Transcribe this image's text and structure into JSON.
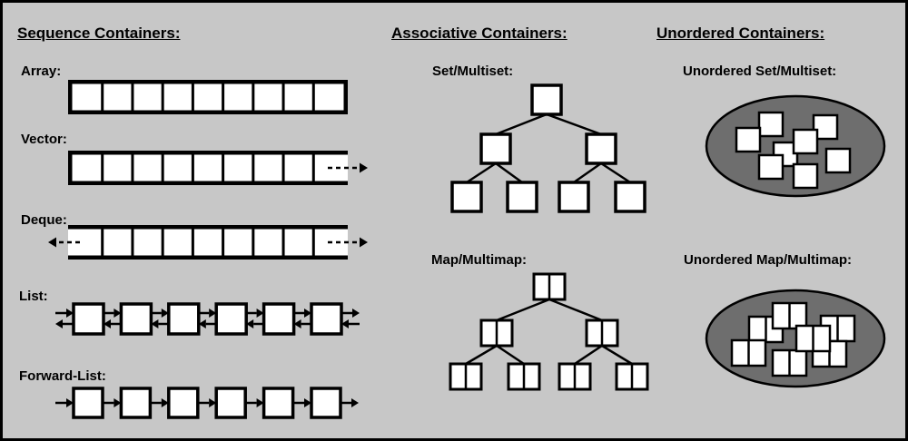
{
  "canvas": {
    "background": "#c7c7c7",
    "border_color": "#000000"
  },
  "colors": {
    "box_fill": "#ffffff",
    "line": "#000000",
    "bucket_fill": "#6e6e6e",
    "background": "#c7c7c7"
  },
  "sections": {
    "sequence": {
      "header": "Sequence Containers:",
      "items": {
        "array": {
          "label": "Array:",
          "cells": 9,
          "closed_left": true,
          "closed_right": true,
          "arrow_left": false,
          "arrow_right": false
        },
        "vector": {
          "label": "Vector:",
          "cells": 9,
          "closed_left": true,
          "closed_right": false,
          "arrow_left": false,
          "arrow_right": true
        },
        "deque": {
          "label": "Deque:",
          "cells": 9,
          "closed_left": false,
          "closed_right": false,
          "arrow_left": true,
          "arrow_right": true
        },
        "list": {
          "label": "List:",
          "nodes": 6,
          "doubly_linked": true
        },
        "forward_list": {
          "label": "Forward-List:",
          "nodes": 6,
          "doubly_linked": false
        }
      }
    },
    "associative": {
      "header": "Associative Containers:",
      "items": {
        "set": {
          "label": "Set/Multiset:",
          "node_style": "single",
          "tree_levels": [
            1,
            2,
            4
          ]
        },
        "map": {
          "label": "Map/Multimap:",
          "node_style": "pair",
          "tree_levels": [
            1,
            2,
            4
          ]
        }
      }
    },
    "unordered": {
      "header": "Unordered Containers:",
      "items": {
        "set": {
          "label": "Unordered Set/Multiset:",
          "item_style": "single",
          "scatter": [
            [
              79,
              56
            ],
            [
              63,
              23
            ],
            [
              123,
              26
            ],
            [
              38,
              40
            ],
            [
              101,
              42
            ],
            [
              137,
              63
            ],
            [
              63,
              70
            ],
            [
              101,
              80
            ]
          ]
        },
        "map": {
          "label": "Unordered Map/Multimap:",
          "item_style": "pair",
          "scatter": [
            [
              52,
              34
            ],
            [
              131,
              33
            ],
            [
              33,
              60
            ],
            [
              122,
              61
            ],
            [
              78,
              71
            ],
            [
              78,
              19
            ],
            [
              104,
              44
            ]
          ]
        }
      }
    }
  }
}
